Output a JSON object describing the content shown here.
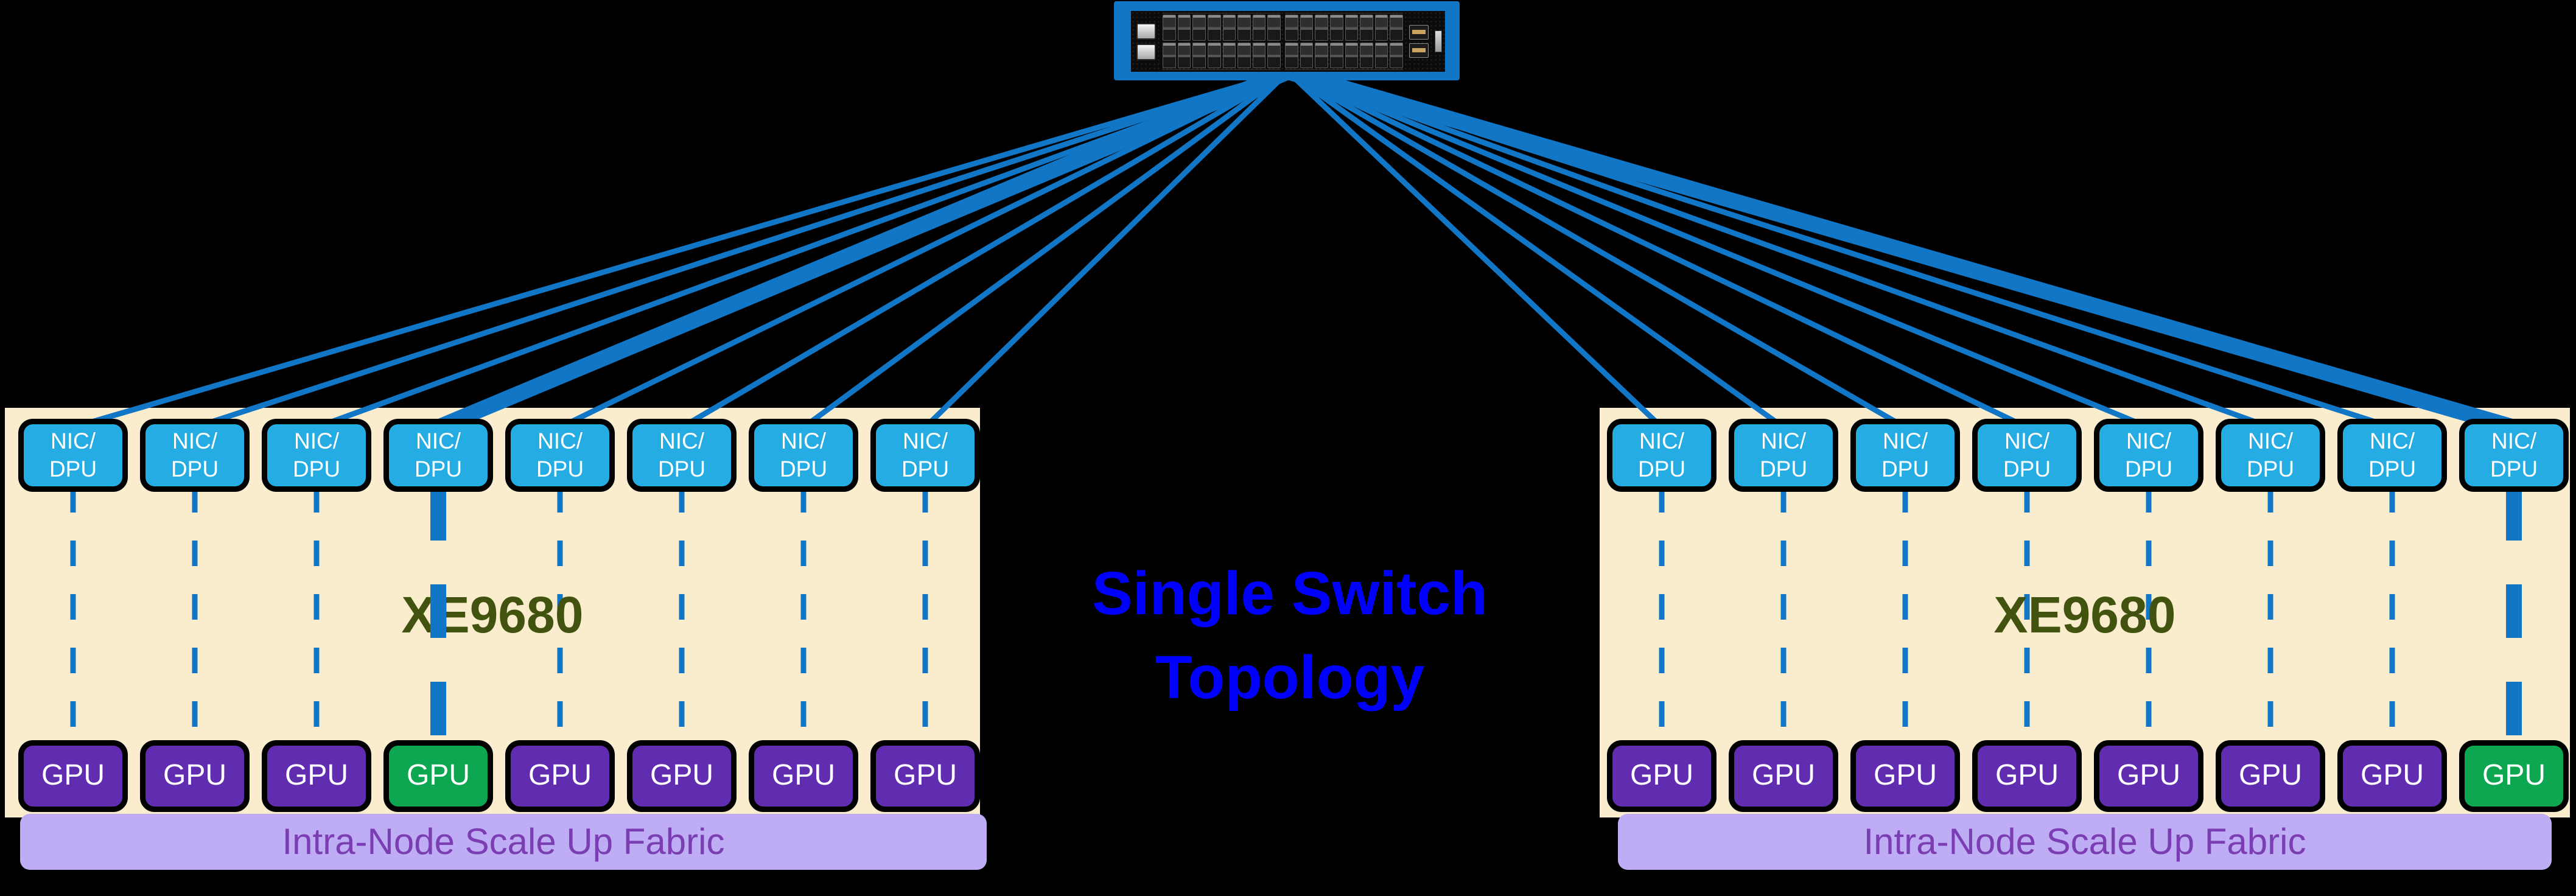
{
  "title": {
    "line1": "Single Switch",
    "line2": "Topology"
  },
  "switch": {
    "name": "ethernet-switch-front-panel",
    "port_groups": 2,
    "port_columns_per_group": 8,
    "port_rows": 2
  },
  "nodes": [
    {
      "model": "XE9680",
      "fabric_label": "Intra-Node Scale Up Fabric",
      "nic_label_line1": "NIC/",
      "nic_label_line2": "DPU",
      "gpu_label": "GPU",
      "unit_count": 8,
      "highlighted_unit": 4
    },
    {
      "model": "XE9680",
      "fabric_label": "Intra-Node Scale Up Fabric",
      "nic_label_line1": "NIC/",
      "nic_label_line2": "DPU",
      "gpu_label": "GPU",
      "unit_count": 8,
      "highlighted_unit": 8
    }
  ],
  "colors": {
    "background": "#000000",
    "connection_blue": "#1176C6",
    "nic_fill": "#25ACE3",
    "gpu_purple": "#612DB0",
    "gpu_green": "#0CA750",
    "node_fill": "#FAEDCD",
    "fabric_bar": "#BEACF4",
    "fabric_text": "#7B3DB2",
    "model_text": "#41530F",
    "title_blue": "#0000FF",
    "block_border": "#000000"
  }
}
